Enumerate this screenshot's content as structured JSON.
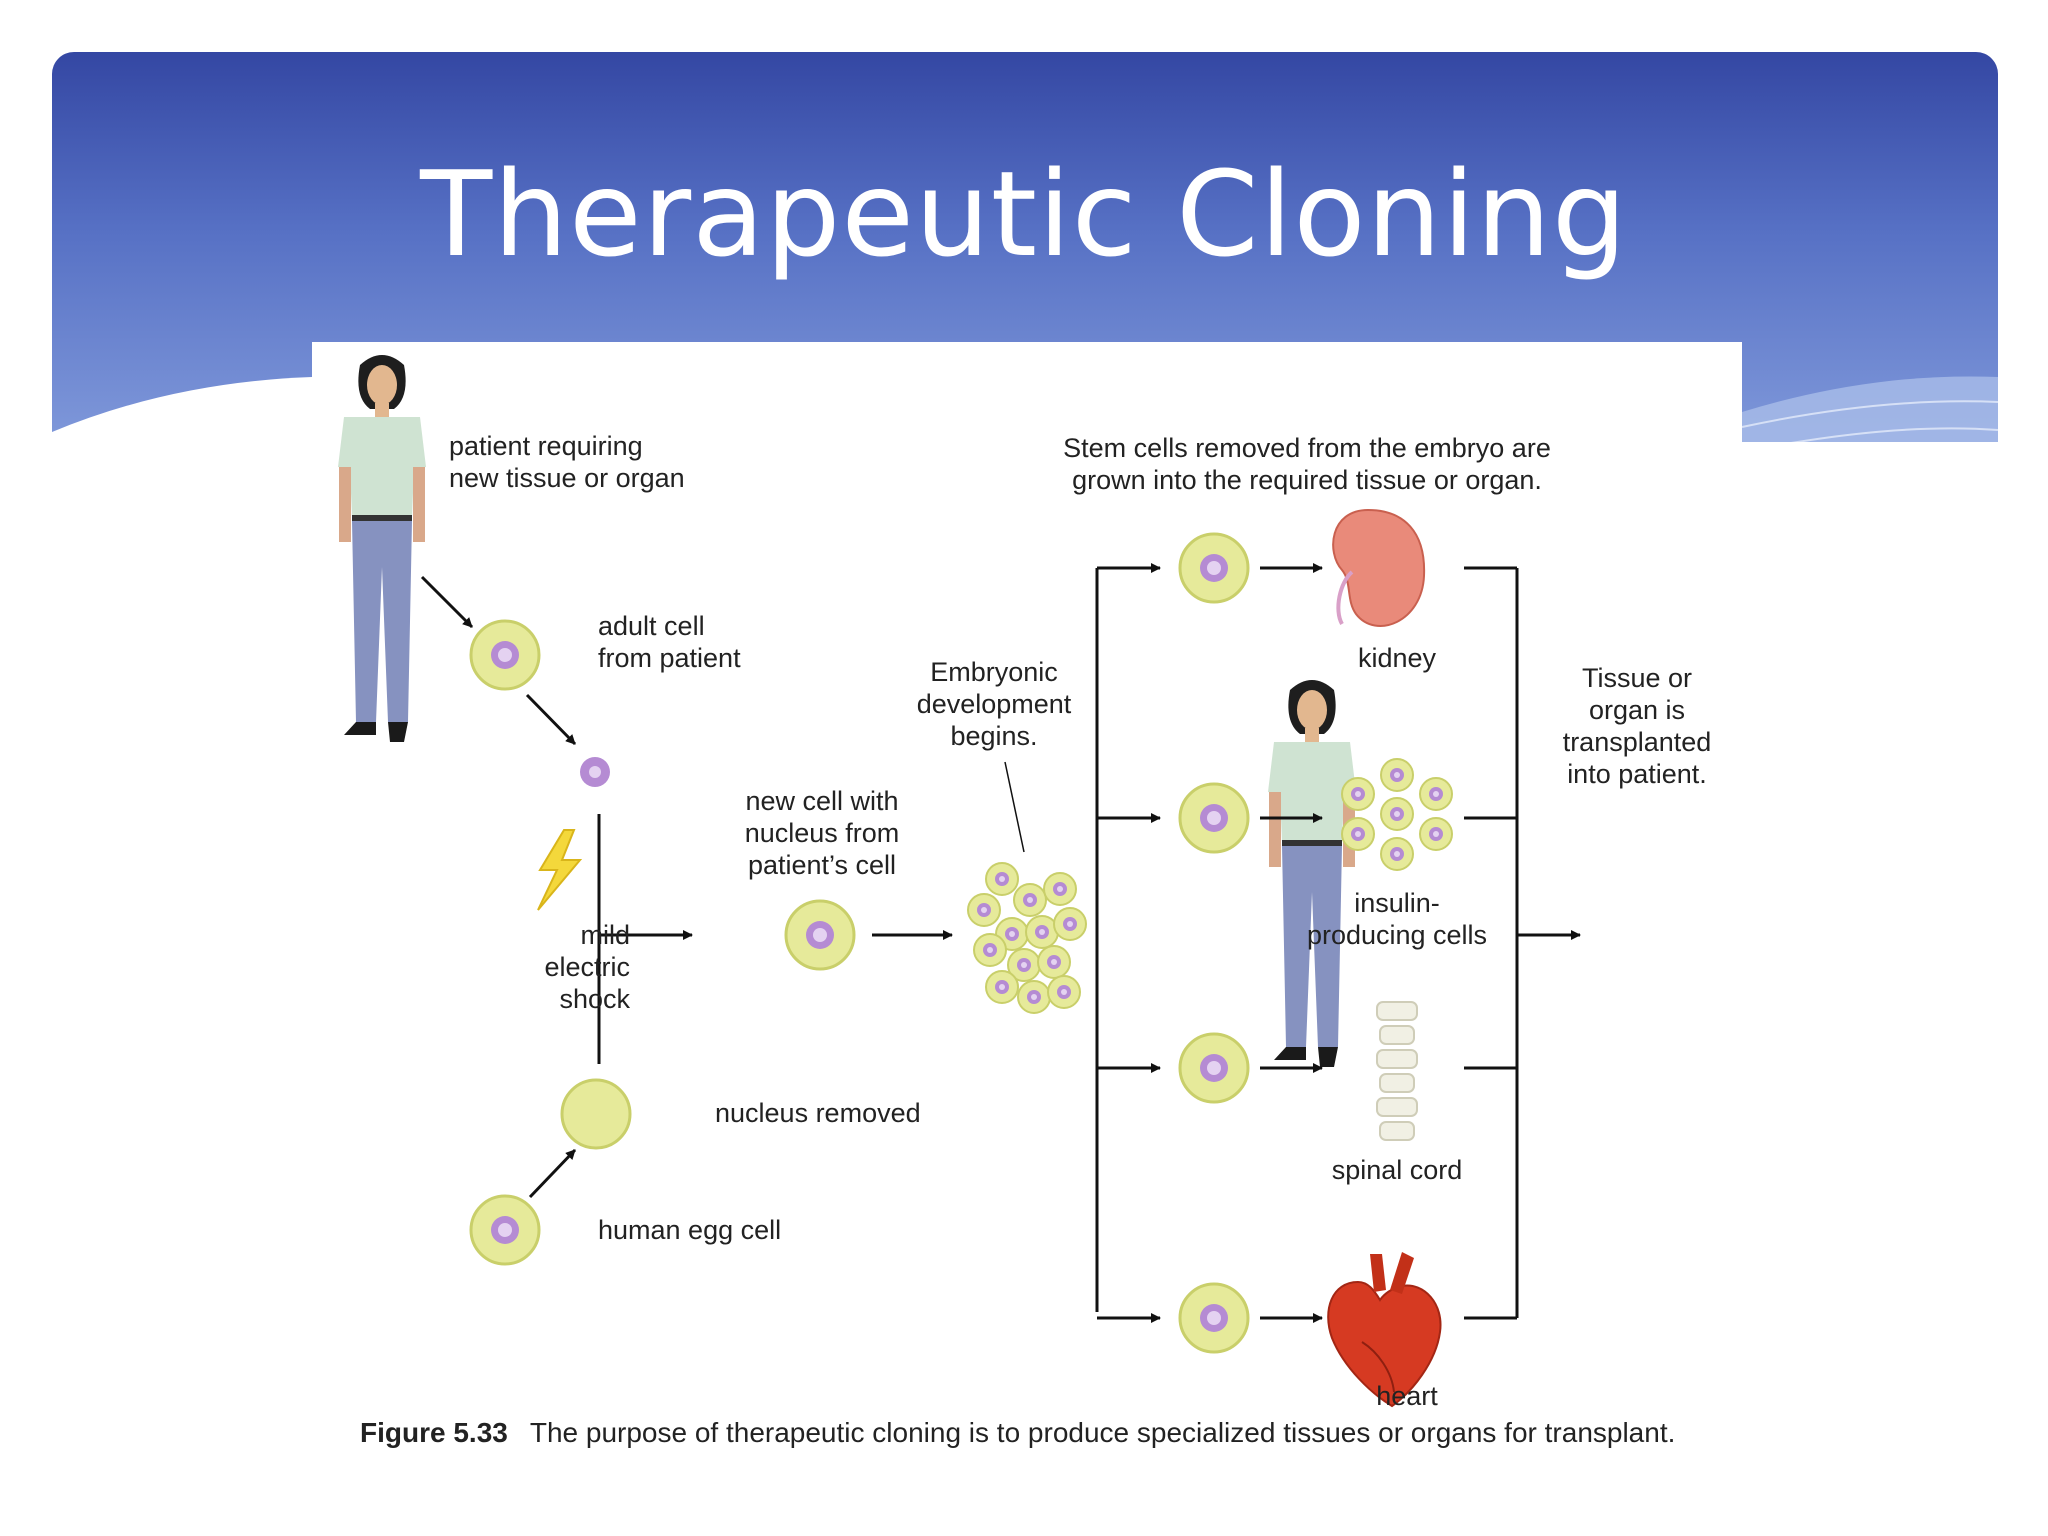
{
  "slide": {
    "title": "Therapeutic Cloning"
  },
  "colors": {
    "header_top": "#3447a3",
    "header_bottom": "#7f98da",
    "cell_cytoplasm": "#e6ea9a",
    "cell_nucleus": "#b58bd3",
    "arrow": "#111111"
  },
  "figure": {
    "labels": {
      "patient": "patient requiring\nnew tissue or organ",
      "adult_cell": "adult cell\nfrom patient",
      "electric_shock": "mild\nelectric\nshock",
      "nucleus_removed": "nucleus removed",
      "human_egg": "human egg cell",
      "new_cell": "new cell with\nnucleus from\npatient’s cell",
      "embryonic": "Embryonic\ndevelopment\nbegins.",
      "stem_cells": "Stem cells removed from the embryo are\ngrown into the required tissue or organ.",
      "kidney": "kidney",
      "insulin": "insulin-\nproducing cells",
      "spinal_cord": "spinal cord",
      "heart": "heart",
      "transplant": "Tissue or\norgan is\ntransplanted\ninto patient."
    },
    "caption": {
      "number": "Figure 5.33",
      "text": "The purpose of therapeutic cloning is to produce specialized tissues or organs for transplant."
    }
  }
}
